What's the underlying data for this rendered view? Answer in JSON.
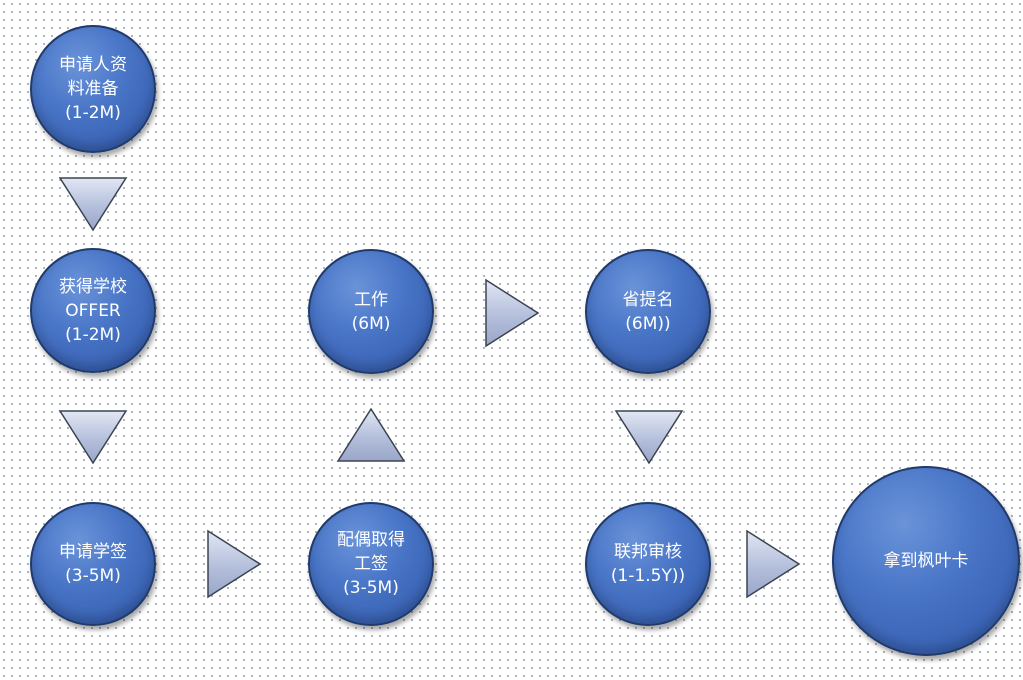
{
  "nodes": {
    "prepare": {
      "label": "申请人资\n料准备\n(1-2M)"
    },
    "offer": {
      "label": "获得学校\nOFFER\n(1-2M)"
    },
    "study_permit": {
      "label": "申请学签\n(3-5M)"
    },
    "spouse_permit": {
      "label": "配偶取得\n工签\n(3-5M)"
    },
    "work": {
      "label": "工作\n(6M)"
    },
    "provincial": {
      "label": "省提名\n(6M))"
    },
    "federal": {
      "label": "联邦审核\n(1-1.5Y))"
    },
    "maple_card": {
      "label": "拿到枫叶卡"
    }
  },
  "colors": {
    "node_fill": "#4a76c8",
    "node_border": "#1f3a6b",
    "arrow_fill": "#b4bfdc",
    "arrow_stroke": "#3c4350"
  }
}
